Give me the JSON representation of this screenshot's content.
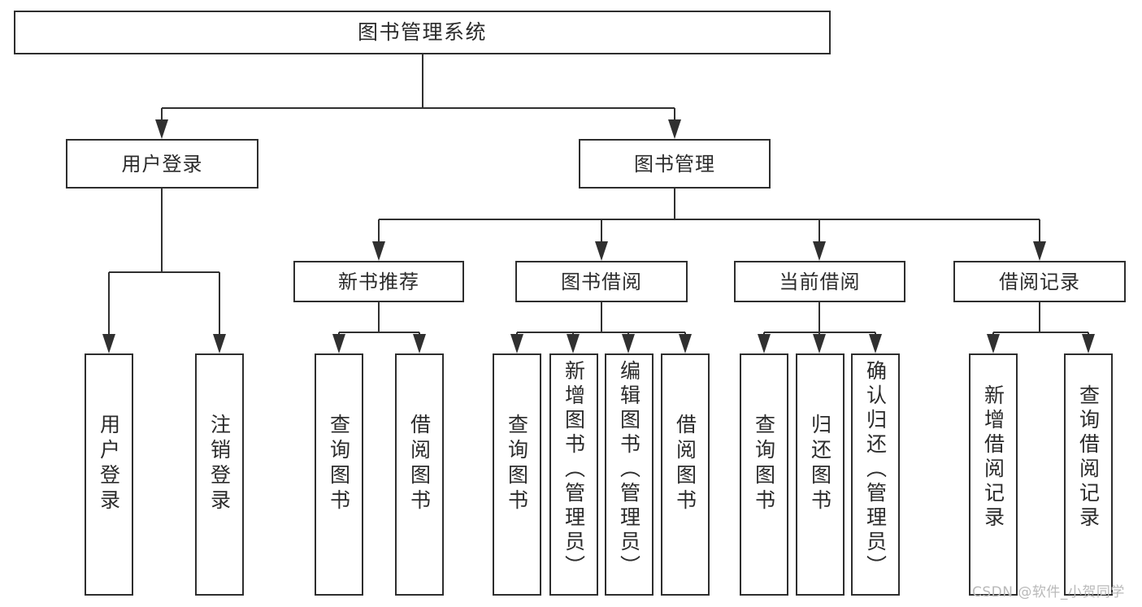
{
  "diagram": {
    "type": "tree",
    "title": "图书管理系统",
    "watermark": "CSDN @软件_小贺同学",
    "colors": {
      "box_border": "#2e2e2e",
      "box_fill": "#ffffff",
      "connector": "#303030",
      "text": "#2b2b2b",
      "watermark": "#b9b9b9",
      "background": "#ffffff"
    },
    "nodes": {
      "root": {
        "label": "图书管理系统"
      },
      "level2": [
        {
          "label": "用户登录"
        },
        {
          "label": "图书管理"
        }
      ],
      "level3": [
        {
          "label": "新书推荐"
        },
        {
          "label": "图书借阅"
        },
        {
          "label": "当前借阅"
        },
        {
          "label": "借阅记录"
        }
      ],
      "leaves": {
        "user_login": [
          {
            "label": "用户登录"
          },
          {
            "label": "注销登录"
          }
        ],
        "new_book_recommend": [
          {
            "label": "查询图书"
          },
          {
            "label": "借阅图书"
          }
        ],
        "book_borrow": [
          {
            "label": "查询图书"
          },
          {
            "label": "新增图书（管理员）"
          },
          {
            "label": "编辑图书（管理员）"
          },
          {
            "label": "借阅图书"
          }
        ],
        "current_borrow": [
          {
            "label": "查询图书"
          },
          {
            "label": "归还图书"
          },
          {
            "label": "确认归还（管理员）"
          }
        ],
        "borrow_record": [
          {
            "label": "新增借阅记录"
          },
          {
            "label": "查询借阅记录"
          }
        ]
      }
    }
  }
}
